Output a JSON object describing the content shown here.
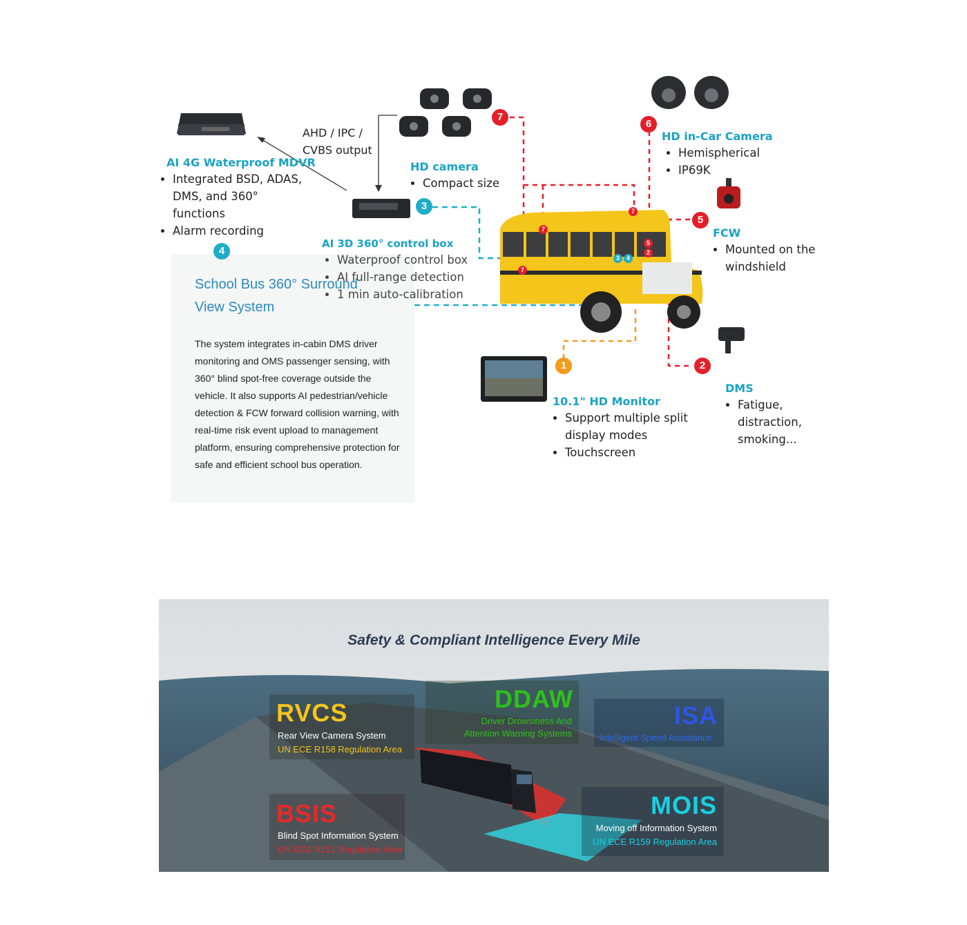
{
  "diagram": {
    "ahd_output": {
      "line1": "AHD / IPC /",
      "line2": "CVBS output"
    },
    "mdvr": {
      "title": "AI 4G Waterproof MDVR",
      "bullets": [
        "Integrated BSD, ADAS, DMS, and 360° functions",
        "Alarm recording"
      ]
    },
    "hd_camera": {
      "number": "7",
      "title": "HD camera",
      "bullets": [
        "Compact size"
      ]
    },
    "incar_camera": {
      "number": "6",
      "title": "HD in-Car Camera",
      "bullets": [
        "Hemispherical",
        "IP69K"
      ]
    },
    "control_box": {
      "number": "3",
      "title": "AI 3D 360° control box",
      "bullets": [
        "Waterproof control box",
        "AI full-range detection",
        "1 min auto-calibration"
      ]
    },
    "fcw": {
      "number": "5",
      "title": "FCW",
      "bullets": [
        "Mounted on the windshield"
      ]
    },
    "monitor": {
      "number": "1",
      "title": "10.1\" HD Monitor",
      "bullets": [
        "Support multiple split display modes",
        "Touchscreen"
      ]
    },
    "dms": {
      "number": "2",
      "title": "DMS",
      "bullets": [
        "Fatigue, distraction, smoking..."
      ]
    },
    "surround": {
      "number": "4",
      "title_line1": "School Bus 360° Surround",
      "title_line2": "View System",
      "body": "The system integrates in-cabin DMS driver monitoring and OMS passenger sensing, with 360° blind spot-free coverage outside the vehicle. It also supports  AI pedestrian/vehicle detection & FCW forward collision warning, with real-time risk event upload to management platform, ensuring comprehensive protection for safe and efficient school bus operation."
    },
    "bus_markers": [
      "7",
      "7",
      "7",
      "5",
      "2",
      "3",
      "4"
    ]
  },
  "banner": {
    "title": "Safety & Compliant Intelligence Every Mile",
    "rvcs": {
      "code": "RVCS",
      "name": "Rear View Camera System",
      "reg": "UN ECE R158 Regulation Area"
    },
    "ddaw": {
      "code": "DDAW",
      "name_line1": "Driver Drowsiness And",
      "name_line2": "Attention Warning Systems"
    },
    "isa": {
      "code": "ISA",
      "name": "Intelligent Speed Assistance"
    },
    "bsis": {
      "code": "BSIS",
      "name": "Blind Spot Information System",
      "reg": "UN ECE R151 Regulation Area"
    },
    "mois": {
      "code": "MOIS",
      "name": "Moving off Information System",
      "reg": "UN ECE R159 Regulation Area"
    },
    "colors": {
      "rvcs": "#f3c51d",
      "ddaw": "#2fc01a",
      "isa": "#2f55e6",
      "bsis": "#e52a2a",
      "mois": "#19d0e0"
    }
  }
}
